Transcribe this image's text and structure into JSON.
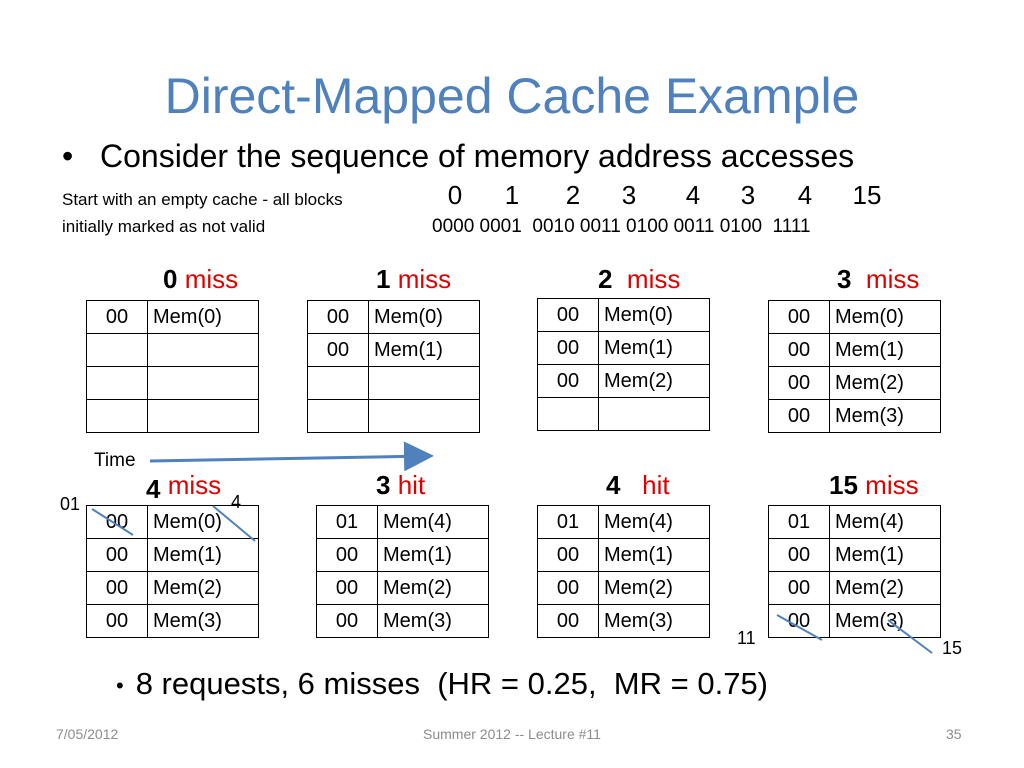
{
  "title": "Direct-Mapped Cache Example",
  "bullet1": "Consider the sequence of memory address accesses",
  "note_line1": "Start with an empty cache - all blocks",
  "note_line2": "initially marked as not valid",
  "sequence": [
    "0",
    "1",
    "2",
    "3",
    "4",
    "3",
    "4",
    "15"
  ],
  "binary_line": "0000 0001  0010 0011 0100 0011 0100  1111",
  "steps": [
    {
      "addr": "0",
      "result": "miss"
    },
    {
      "addr": "1",
      "result": "miss"
    },
    {
      "addr": "2",
      "result": "miss"
    },
    {
      "addr": "3",
      "result": "miss"
    },
    {
      "addr": "4",
      "result": "miss"
    },
    {
      "addr": "3",
      "result": "hit"
    },
    {
      "addr": "4",
      "result": "hit"
    },
    {
      "addr": "15",
      "result": "miss"
    }
  ],
  "tables": [
    [
      [
        "00",
        "Mem(0)"
      ],
      [
        "",
        ""
      ],
      [
        "",
        ""
      ],
      [
        "",
        ""
      ]
    ],
    [
      [
        "00",
        "Mem(0)"
      ],
      [
        "00",
        "Mem(1)"
      ],
      [
        "",
        ""
      ],
      [
        "",
        ""
      ]
    ],
    [
      [
        "00",
        "Mem(0)"
      ],
      [
        "00",
        "Mem(1)"
      ],
      [
        "00",
        "Mem(2)"
      ],
      [
        "",
        ""
      ]
    ],
    [
      [
        "00",
        "Mem(0)"
      ],
      [
        "00",
        "Mem(1)"
      ],
      [
        "00",
        "Mem(2)"
      ],
      [
        "00",
        "Mem(3)"
      ]
    ],
    [
      [
        "00",
        "Mem(0)"
      ],
      [
        "00",
        "Mem(1)"
      ],
      [
        "00",
        "Mem(2)"
      ],
      [
        "00",
        "Mem(3)"
      ]
    ],
    [
      [
        "01",
        "Mem(4)"
      ],
      [
        "00",
        "Mem(1)"
      ],
      [
        "00",
        "Mem(2)"
      ],
      [
        "00",
        "Mem(3)"
      ]
    ],
    [
      [
        "01",
        "Mem(4)"
      ],
      [
        "00",
        "Mem(1)"
      ],
      [
        "00",
        "Mem(2)"
      ],
      [
        "00",
        "Mem(3)"
      ]
    ],
    [
      [
        "01",
        "Mem(4)"
      ],
      [
        "00",
        "Mem(1)"
      ],
      [
        "00",
        "Mem(2)"
      ],
      [
        "00",
        "Mem(3)"
      ]
    ]
  ],
  "time_label": "Time",
  "annotations": {
    "replace_tag_01": "01",
    "replace_data_4": "4",
    "replace_tag_11": "11",
    "replace_data_15": "15"
  },
  "summary": {
    "bullet": "•",
    "text": "8 requests, 6 misses  (HR = 0.25,  MR = 0.75)"
  },
  "footer": {
    "date": "7/05/2012",
    "center": "Summer 2012 -- Lecture #11",
    "page": "35"
  },
  "colors": {
    "title": "#4f81bd",
    "miss_hit": "#e00000",
    "arrow": "#4f81bd",
    "strike": "#4f81bd",
    "footer": "#8c8c8c"
  }
}
